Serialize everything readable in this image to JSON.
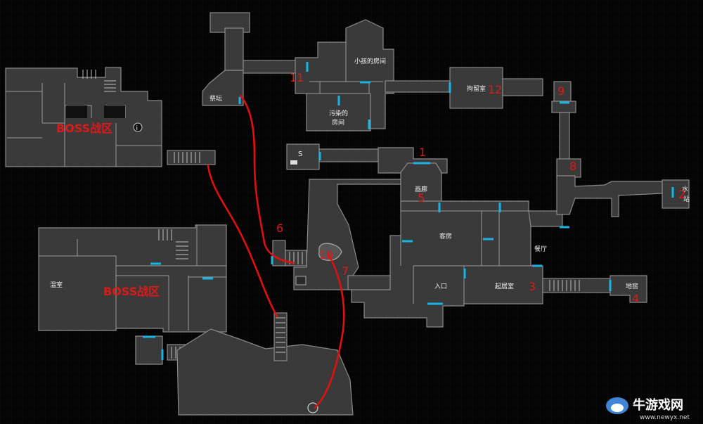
{
  "rooms": {
    "altar": "祭坛",
    "kids_room": "小孩的房间",
    "polluted_room_line1": "污染的",
    "polluted_room_line2": "房间",
    "detention": "拘留室",
    "water_line1": "水",
    "water_line2": "站",
    "gallery": "画廊",
    "guest_room": "客房",
    "dining": "餐厅",
    "entrance": "入口",
    "living_room": "起居室",
    "cellar": "地窖",
    "greenhouse": "温室",
    "save_marker": "S"
  },
  "boss_labels": [
    "BOSS战区",
    "BOSS战区"
  ],
  "numbers": [
    "1",
    "2",
    "3",
    "4",
    "5",
    "6",
    "7",
    "8",
    "9",
    "10",
    "11",
    "12"
  ],
  "watermark": {
    "name": "牛游戏网",
    "url": "www.newyx.net"
  },
  "colors": {
    "route": "#e01010",
    "door": "#19b4e6",
    "room": "#3a3a3a"
  }
}
